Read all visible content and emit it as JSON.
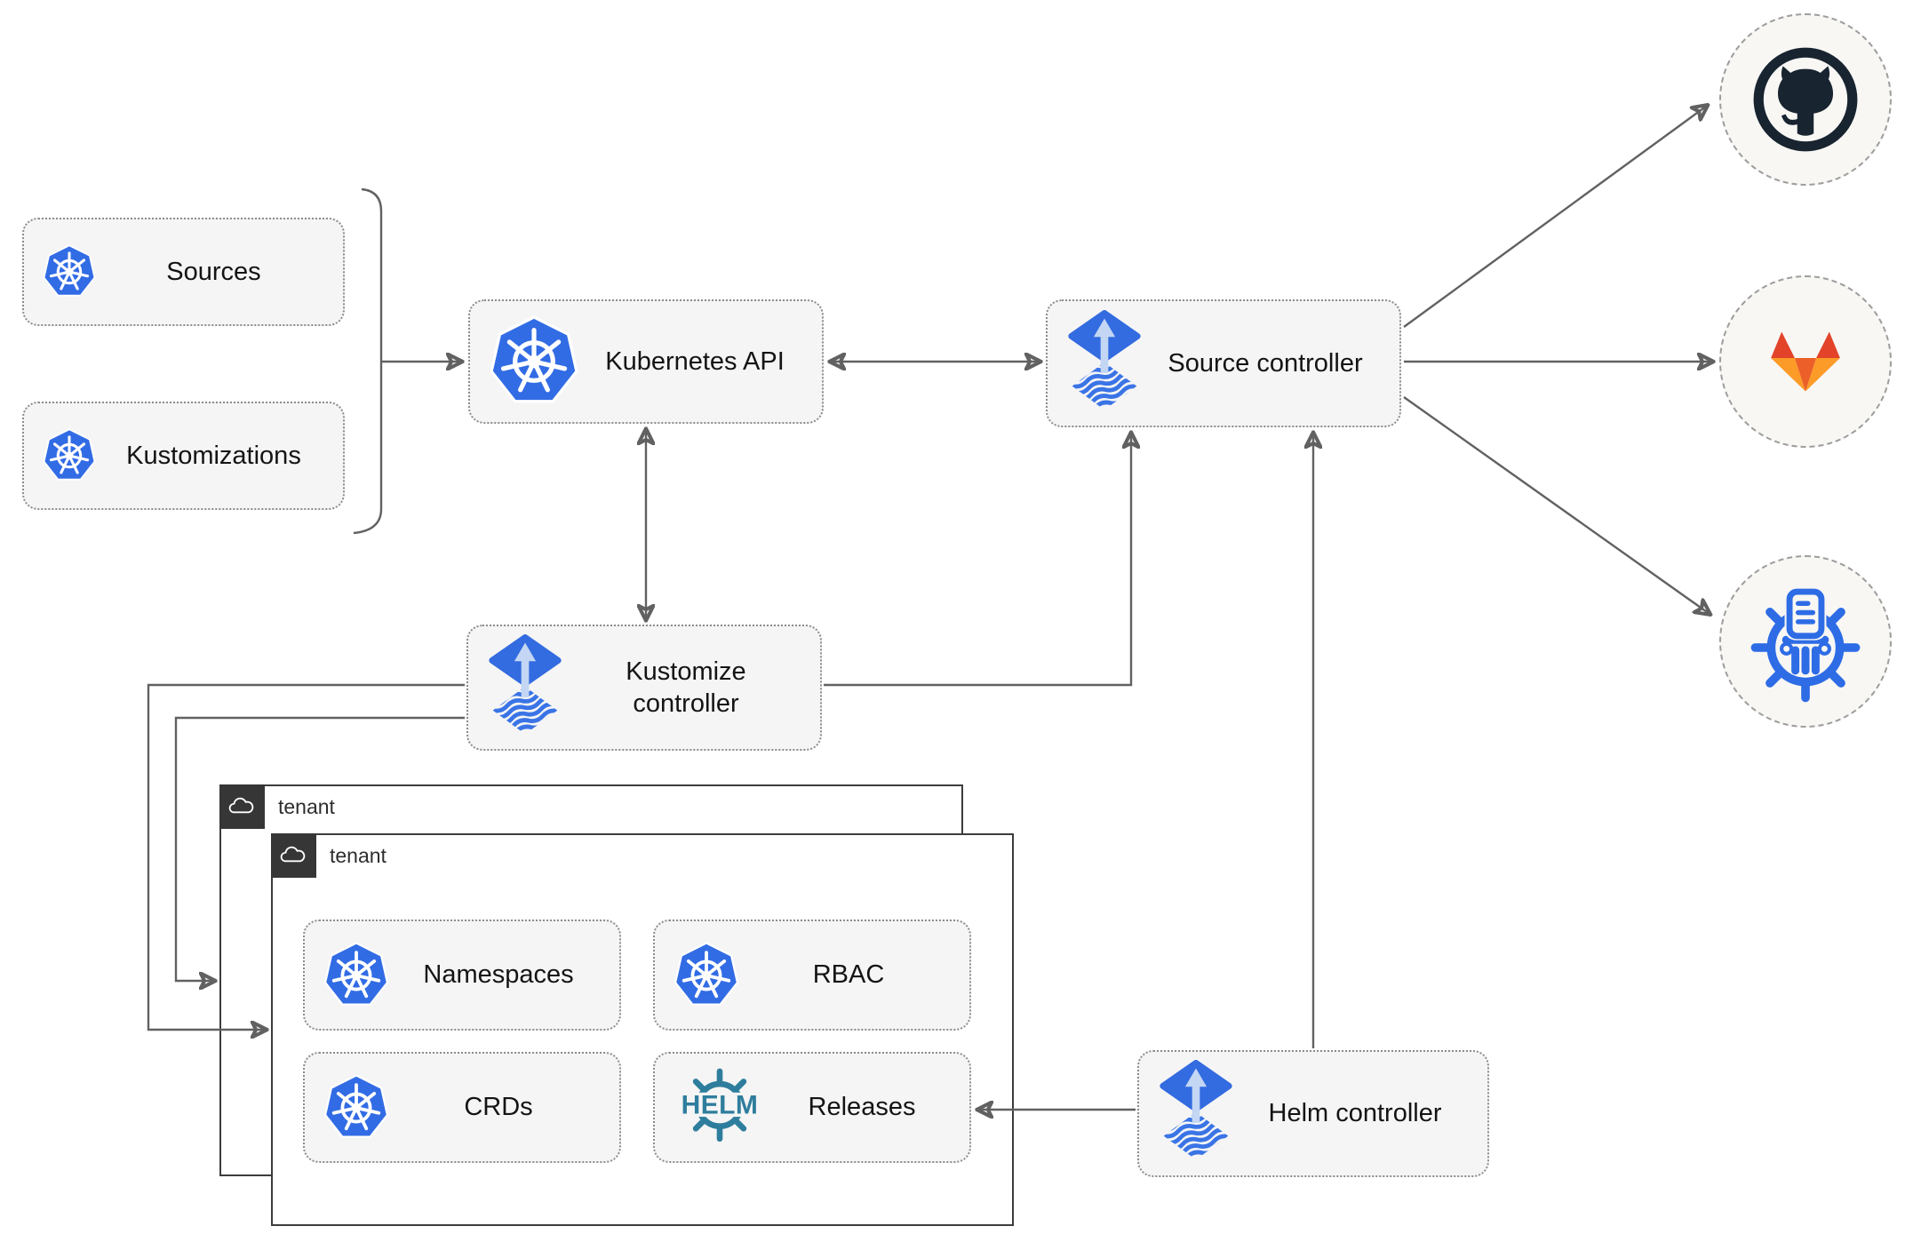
{
  "nodes": {
    "sources": "Sources",
    "kustomizations": "Kustomizations",
    "kubernetes_api": "Kubernetes API",
    "source_controller": "Source controller",
    "kustomize_controller": "Kustomize controller",
    "helm_controller": "Helm controller",
    "tenant_back": "tenant",
    "tenant_front": "tenant",
    "namespaces": "Namespaces",
    "rbac": "RBAC",
    "crds": "CRDs",
    "releases": "Releases"
  },
  "icons": {
    "kubernetes": "kubernetes-icon",
    "flux": "flux-icon",
    "helm": "helm-icon",
    "helm_wordmark": "HELM",
    "github": "github-icon",
    "gitlab": "gitlab-icon",
    "chartmuseum": "chartmuseum-icon",
    "cloud": "cloud-icon"
  },
  "edges": [
    {
      "from": "sources+kustomizations",
      "to": "kubernetes_api",
      "style": "bracket-arrow"
    },
    {
      "from": "kubernetes_api",
      "to": "source_controller",
      "style": "double-arrow"
    },
    {
      "from": "kubernetes_api",
      "to": "kustomize_controller",
      "style": "double-arrow"
    },
    {
      "from": "kustomize_controller",
      "to": "source_controller",
      "style": "arrow"
    },
    {
      "from": "kustomize_controller",
      "to": "tenant_front",
      "style": "arrow"
    },
    {
      "from": "kustomize_controller",
      "to": "tenant_back",
      "style": "arrow"
    },
    {
      "from": "helm_controller",
      "to": "source_controller",
      "style": "arrow"
    },
    {
      "from": "helm_controller",
      "to": "releases",
      "style": "arrow"
    },
    {
      "from": "source_controller",
      "to": "github",
      "style": "arrow"
    },
    {
      "from": "source_controller",
      "to": "gitlab",
      "style": "arrow"
    },
    {
      "from": "source_controller",
      "to": "chartmuseum",
      "style": "arrow"
    }
  ],
  "colors": {
    "kubernetes_blue": "#326ce5",
    "flux_blue": "#336be0",
    "flux_light": "#c3d6f3",
    "helm_teal": "#2e7d9d",
    "github_dark": "#182430",
    "gitlab_dark_orange": "#e24329",
    "gitlab_mid_orange": "#ec5f28",
    "gitlab_light_orange": "#fc9b28",
    "chartmuseum_blue": "#2e6ce6",
    "node_fill": "#f5f5f5",
    "tenant_header": "#363636",
    "wire_gray": "#616161"
  }
}
